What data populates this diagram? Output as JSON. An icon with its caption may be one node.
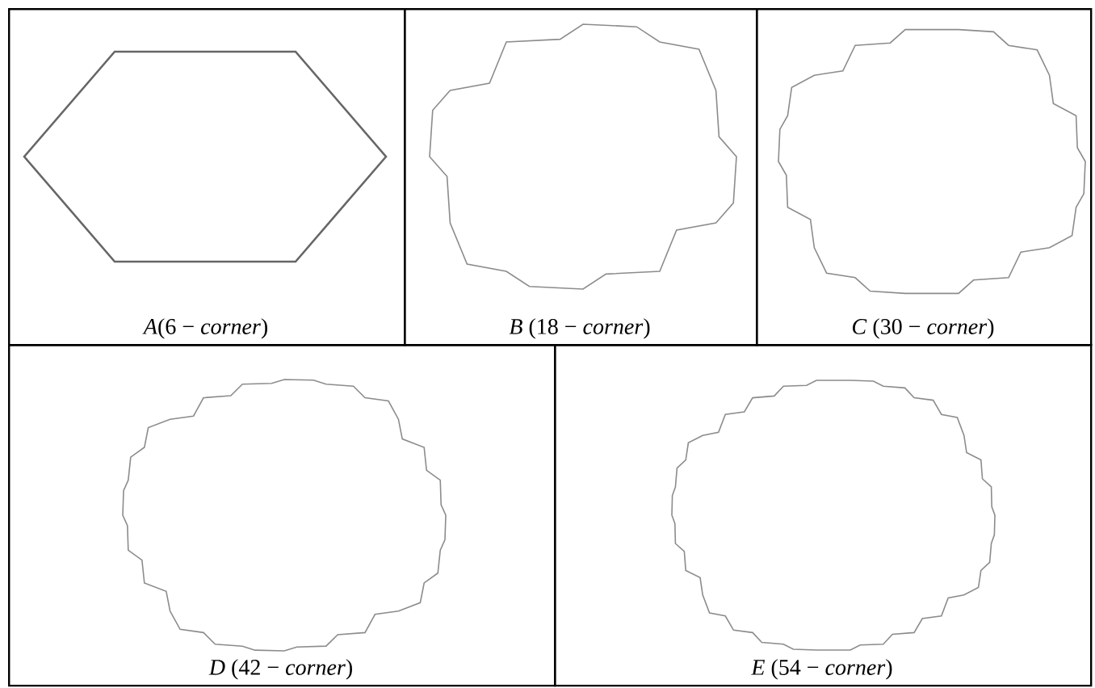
{
  "diagram": {
    "nodes": [
      {
        "text": [
          "*A*(6 − *corner*)"
        ]
      },
      {
        "text": [
          "*B*  (18 − *corner*)"
        ]
      },
      {
        "text": [
          "*C*  (30 − *corner*)"
        ]
      },
      {
        "text": [
          "*D*  (42 − *corner*)"
        ]
      },
      {
        "text": [
          "*E*  (54 − *corner*)"
        ]
      }
    ]
  }
}
